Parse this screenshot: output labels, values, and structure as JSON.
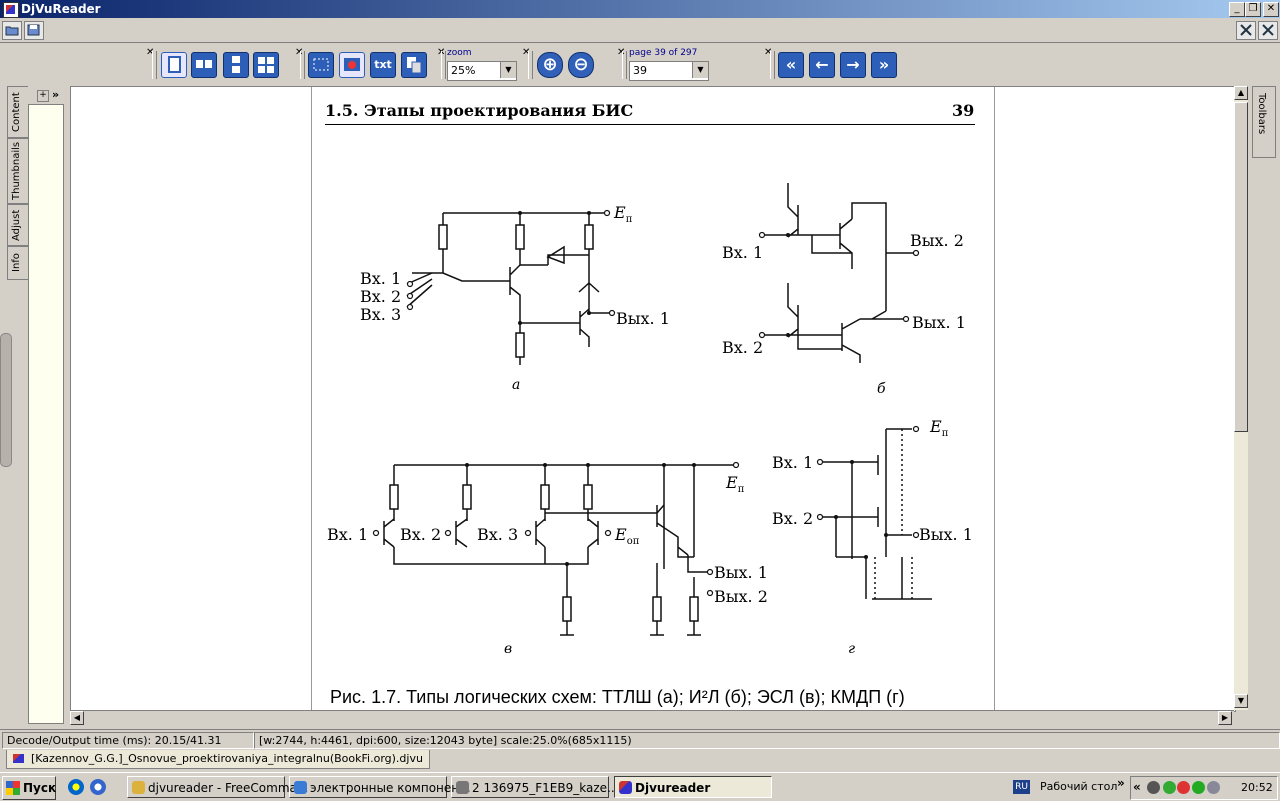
{
  "window": {
    "title": "DjVuReader"
  },
  "toolbar": {
    "zoom_label": "zoom",
    "zoom_value": "25%",
    "page_label": "page 39 of 297",
    "page_value": "39",
    "txt_label": "txt"
  },
  "side_tabs": [
    "Content",
    "Thumbnails",
    "Adjust",
    "Info"
  ],
  "right_tab": "Toolbars",
  "document": {
    "running_head": "1.5. Этапы проектирования БИС",
    "page_number": "39",
    "caption": "Рис. 1.7. Типы логических схем: ТТЛШ (а); И²Л (б); ЭСЛ (в); КМДП (г)",
    "diagram_a": {
      "inputs": [
        "Вх. 1",
        "Вх. 2",
        "Вх. 3"
      ],
      "supply": "E",
      "supply_sub": "п",
      "output": "Вых. 1",
      "sublabel": "а"
    },
    "diagram_b": {
      "inputs": [
        "Вх. 1",
        "Вх. 2"
      ],
      "outputs": [
        "Вых. 2",
        "Вых. 1"
      ],
      "sublabel": "б"
    },
    "diagram_v": {
      "inputs": [
        "Вх. 1",
        "Вх. 2",
        "Вх. 3"
      ],
      "supply": "E",
      "supply_sub": "п",
      "ref": "E",
      "ref_sub": "оп",
      "outputs": [
        "Вых. 1",
        "Вых. 2"
      ],
      "sublabel": "в"
    },
    "diagram_g": {
      "inputs": [
        "Вх. 1",
        "Вх. 2"
      ],
      "supply": "E",
      "supply_sub": "п",
      "output": "Вых. 1",
      "sublabel": "г"
    }
  },
  "status": {
    "decode_time": "Decode/Output time (ms): 20.15/41.31",
    "info": "[w:2744, h:4461, dpi:600, size:12043 byte] scale:25.0%(685x1115)"
  },
  "file_tab": "[Kazennov_G.G.]_Osnovue_proektirovaniya_integralnu(BookFi.org).djvu",
  "taskbar": {
    "start": "Пуск",
    "tasks": [
      "djvureader - FreeComma...",
      "электронные компонен...",
      "2   136975_F1EB9_kaze...",
      "Djvureader"
    ],
    "lang": "RU",
    "desktop": "Рабочий стол",
    "clock": "20:52"
  },
  "colors": {
    "titlebar_start": "#0a246a",
    "titlebar_end": "#a6caf0",
    "toolbar_button": "#2d5fb8"
  },
  "icons": [
    "open-icon",
    "save-icon",
    "single-page-icon",
    "two-page-icon",
    "continuous-icon",
    "facing-icon",
    "select-rect-icon",
    "select-image-icon",
    "text-icon",
    "copy-icon",
    "zoom-in-icon",
    "zoom-out-icon",
    "first-page-icon",
    "prev-page-icon",
    "next-page-icon",
    "last-page-icon"
  ]
}
